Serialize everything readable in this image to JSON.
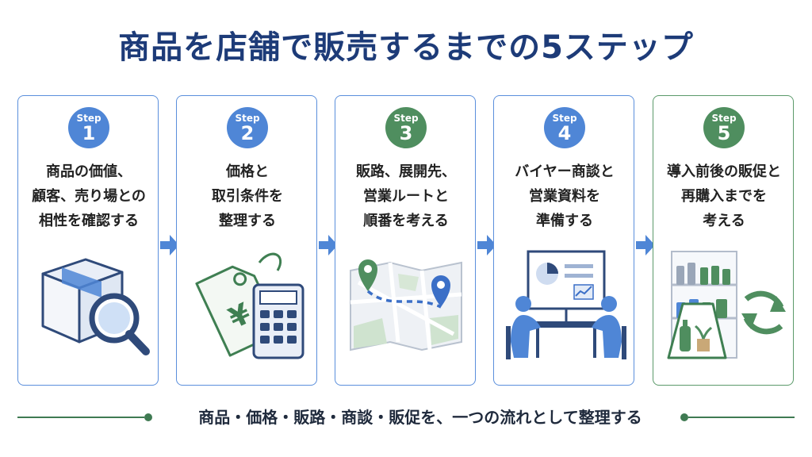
{
  "title": "商品を店舗で販売するまでの5ステップ",
  "colors": {
    "blue": "#4f86d6",
    "green": "#4f8e5f",
    "navy": "#1d3b78"
  },
  "steps": [
    {
      "label": "Step",
      "number": "1",
      "lines": [
        "商品の価値、",
        "顧客、売り場との",
        "相性を確認する"
      ],
      "icon": "box-magnifier-icon"
    },
    {
      "label": "Step",
      "number": "2",
      "lines": [
        "価格と",
        "取引条件を",
        "整理する"
      ],
      "icon": "price-tag-calculator-icon"
    },
    {
      "label": "Step",
      "number": "3",
      "lines": [
        "販路、展開先、",
        "営業ルートと",
        "順番を考える"
      ],
      "icon": "map-route-icon"
    },
    {
      "label": "Step",
      "number": "4",
      "lines": [
        "バイヤー商談と",
        "営業資料を",
        "準備する"
      ],
      "icon": "meeting-presentation-icon"
    },
    {
      "label": "Step",
      "number": "5",
      "lines": [
        "導入前後の販促と",
        "再購入までを",
        "考える"
      ],
      "icon": "shelf-cycle-icon"
    }
  ],
  "price_symbol": "¥",
  "footer": "商品・価格・販路・商談・販促を、一つの流れとして整理する"
}
